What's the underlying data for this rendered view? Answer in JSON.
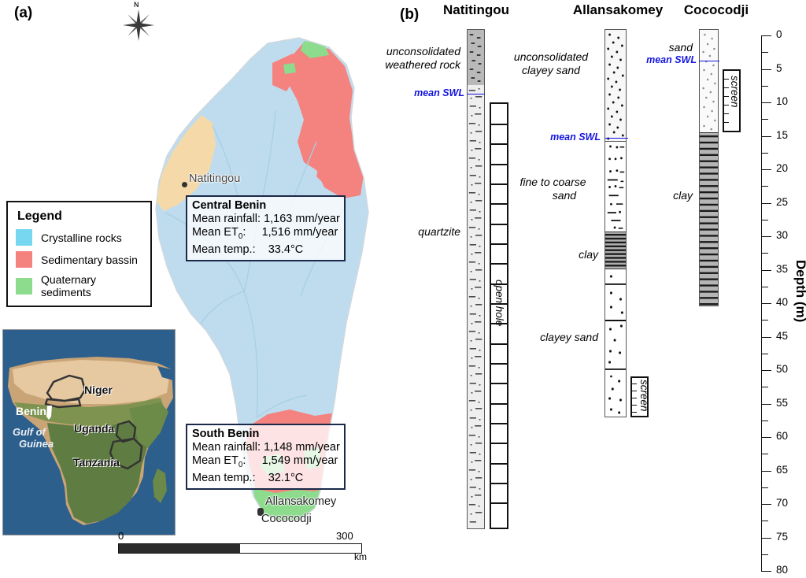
{
  "panels": {
    "a_tag": "(a)",
    "b_tag": "(b)"
  },
  "map": {
    "compass_label": "N",
    "cities": [
      {
        "name": "Natitingou"
      },
      {
        "name": "Allansakomey"
      },
      {
        "name": "Cococodji"
      }
    ],
    "legend": {
      "title": "Legend",
      "items": [
        {
          "label": "Crystalline rocks",
          "color": "#77d7f0"
        },
        {
          "label": "Sedimentary bassin",
          "color": "#f4827f"
        },
        {
          "label": "Quaternary sediments",
          "color": "#8ddc8d"
        }
      ]
    },
    "info_boxes": [
      {
        "title": "Central Benin",
        "rows": [
          {
            "label": "Mean rainfall:",
            "value": "1,163 mm/year"
          },
          {
            "label": "Mean ET",
            "sub": "0",
            "label_tail": ":",
            "value": "1,516 mm/year"
          },
          {
            "label": "Mean temp.:",
            "value": "33.4°C"
          }
        ]
      },
      {
        "title": "South Benin",
        "rows": [
          {
            "label": "Mean rainfall:",
            "value": "1,148 mm/year"
          },
          {
            "label": "Mean ET",
            "sub": "0",
            "label_tail": ":",
            "value": "1,549 mm/year"
          },
          {
            "label": "Mean temp.:",
            "value": "32.1°C"
          }
        ]
      }
    ],
    "scalebar": {
      "zero": "0",
      "max": "300",
      "unit": "km"
    },
    "inset": {
      "countries": [
        "Niger",
        "Uganda",
        "Tanzania"
      ],
      "benin_label": "Benin",
      "sea_label_line1": "Gulf of",
      "sea_label_line2": "Guinea"
    }
  },
  "logs": [
    {
      "title": "Natitingou",
      "layers": [
        {
          "name": "unconsolidated weathered rock",
          "label_line1": "unconsolidated",
          "label_line2": "weathered rock",
          "top_m": 0,
          "bottom_m": 8.2,
          "pattern": "weathered-rock"
        },
        {
          "name": "quartzite",
          "label_line1": "quartzite",
          "label_line2": "",
          "top_m": 8.2,
          "bottom_m": 74.0,
          "pattern": "quartzite"
        }
      ],
      "mean_swl_m": 10.0,
      "mean_swl_label": "mean SWL",
      "completion": {
        "type": "open hole",
        "label": "open hole",
        "top_m": 10.0,
        "bottom_m": 74.0
      }
    },
    {
      "title": "Allansakomey",
      "layers": [
        {
          "name": "unconsolidated clayey sand",
          "label_line1": "unconsolidated",
          "label_line2": "clayey sand",
          "top_m": 0,
          "bottom_m": 16.5,
          "pattern": "clayey-sand-dense"
        },
        {
          "name": "fine to coarse sand",
          "label_line1": "fine to coarse",
          "label_line2": "sand",
          "top_m": 16.5,
          "bottom_m": 30.0,
          "pattern": "sand"
        },
        {
          "name": "clay",
          "label_line1": "clay",
          "label_line2": "",
          "top_m": 30.0,
          "bottom_m": 35.5,
          "pattern": "clay"
        },
        {
          "name": "clayey sand",
          "label_line1": "clayey sand",
          "label_line2": "",
          "top_m": 35.5,
          "bottom_m": 57.5,
          "pattern": "clayey-sand"
        }
      ],
      "mean_swl_m": 15.5,
      "mean_swl_label": "mean SWL",
      "completion": {
        "type": "screen",
        "label": "screen",
        "top_m": 51.0,
        "bottom_m": 57.0
      }
    },
    {
      "title": "Cococodji",
      "layers": [
        {
          "name": "sand",
          "label_line1": "sand",
          "label_line2": "",
          "top_m": 0,
          "bottom_m": 15.2,
          "pattern": "sand-light"
        },
        {
          "name": "clay",
          "label_line1": "clay",
          "label_line2": "",
          "top_m": 15.2,
          "bottom_m": 41.0,
          "pattern": "clay"
        }
      ],
      "mean_swl_m": 4.7,
      "mean_swl_label": "mean SWL",
      "completion": {
        "type": "screen",
        "label": "screen",
        "top_m": 6.0,
        "bottom_m": 15.0
      }
    }
  ],
  "depth_axis": {
    "title": "Depth (m)",
    "min_m": 0,
    "max_m": 80,
    "major_step": 5,
    "minor_step": 2.5,
    "labels": [
      "0",
      "5",
      "10",
      "15",
      "20",
      "25",
      "30",
      "35",
      "40",
      "45",
      "50",
      "55",
      "60",
      "65",
      "70",
      "75",
      "80"
    ]
  },
  "chart_data": {
    "type": "table",
    "title": "Benin borehole lithological logs",
    "ylabel": "Depth (m)",
    "ylim": [
      0,
      80
    ],
    "series": [
      {
        "name": "Natitingou",
        "values": [
          0,
          8.2,
          74.0
        ]
      },
      {
        "name": "Allansakomey",
        "values": [
          0,
          16.5,
          30.0,
          35.5,
          57.5
        ]
      },
      {
        "name": "Cococodji",
        "values": [
          0,
          15.2,
          41.0
        ]
      }
    ]
  }
}
